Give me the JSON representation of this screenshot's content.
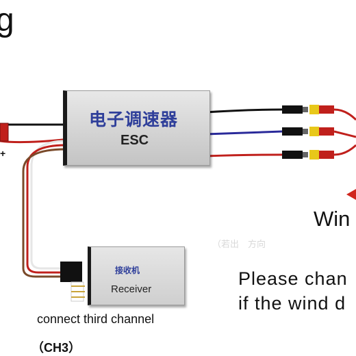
{
  "title_fragment": "g",
  "esc": {
    "label_cn": "电子调速器",
    "label_en": "ESC"
  },
  "receiver": {
    "label_cn": "接收机",
    "label_en": "Receiver"
  },
  "wind_fragment": "Win",
  "faint_text": "（若出　方向",
  "note_line1": "Please chan",
  "note_line2": "if the wind d",
  "connect_label": "connect third channel",
  "channel_label": "（CH3）",
  "plus_sign": "+",
  "colors": {
    "esc_text": "#2f3f9a",
    "wire_red": "#c0201c",
    "wire_blue": "#2a2a9a",
    "plug_yellow": "#e8c81a"
  }
}
